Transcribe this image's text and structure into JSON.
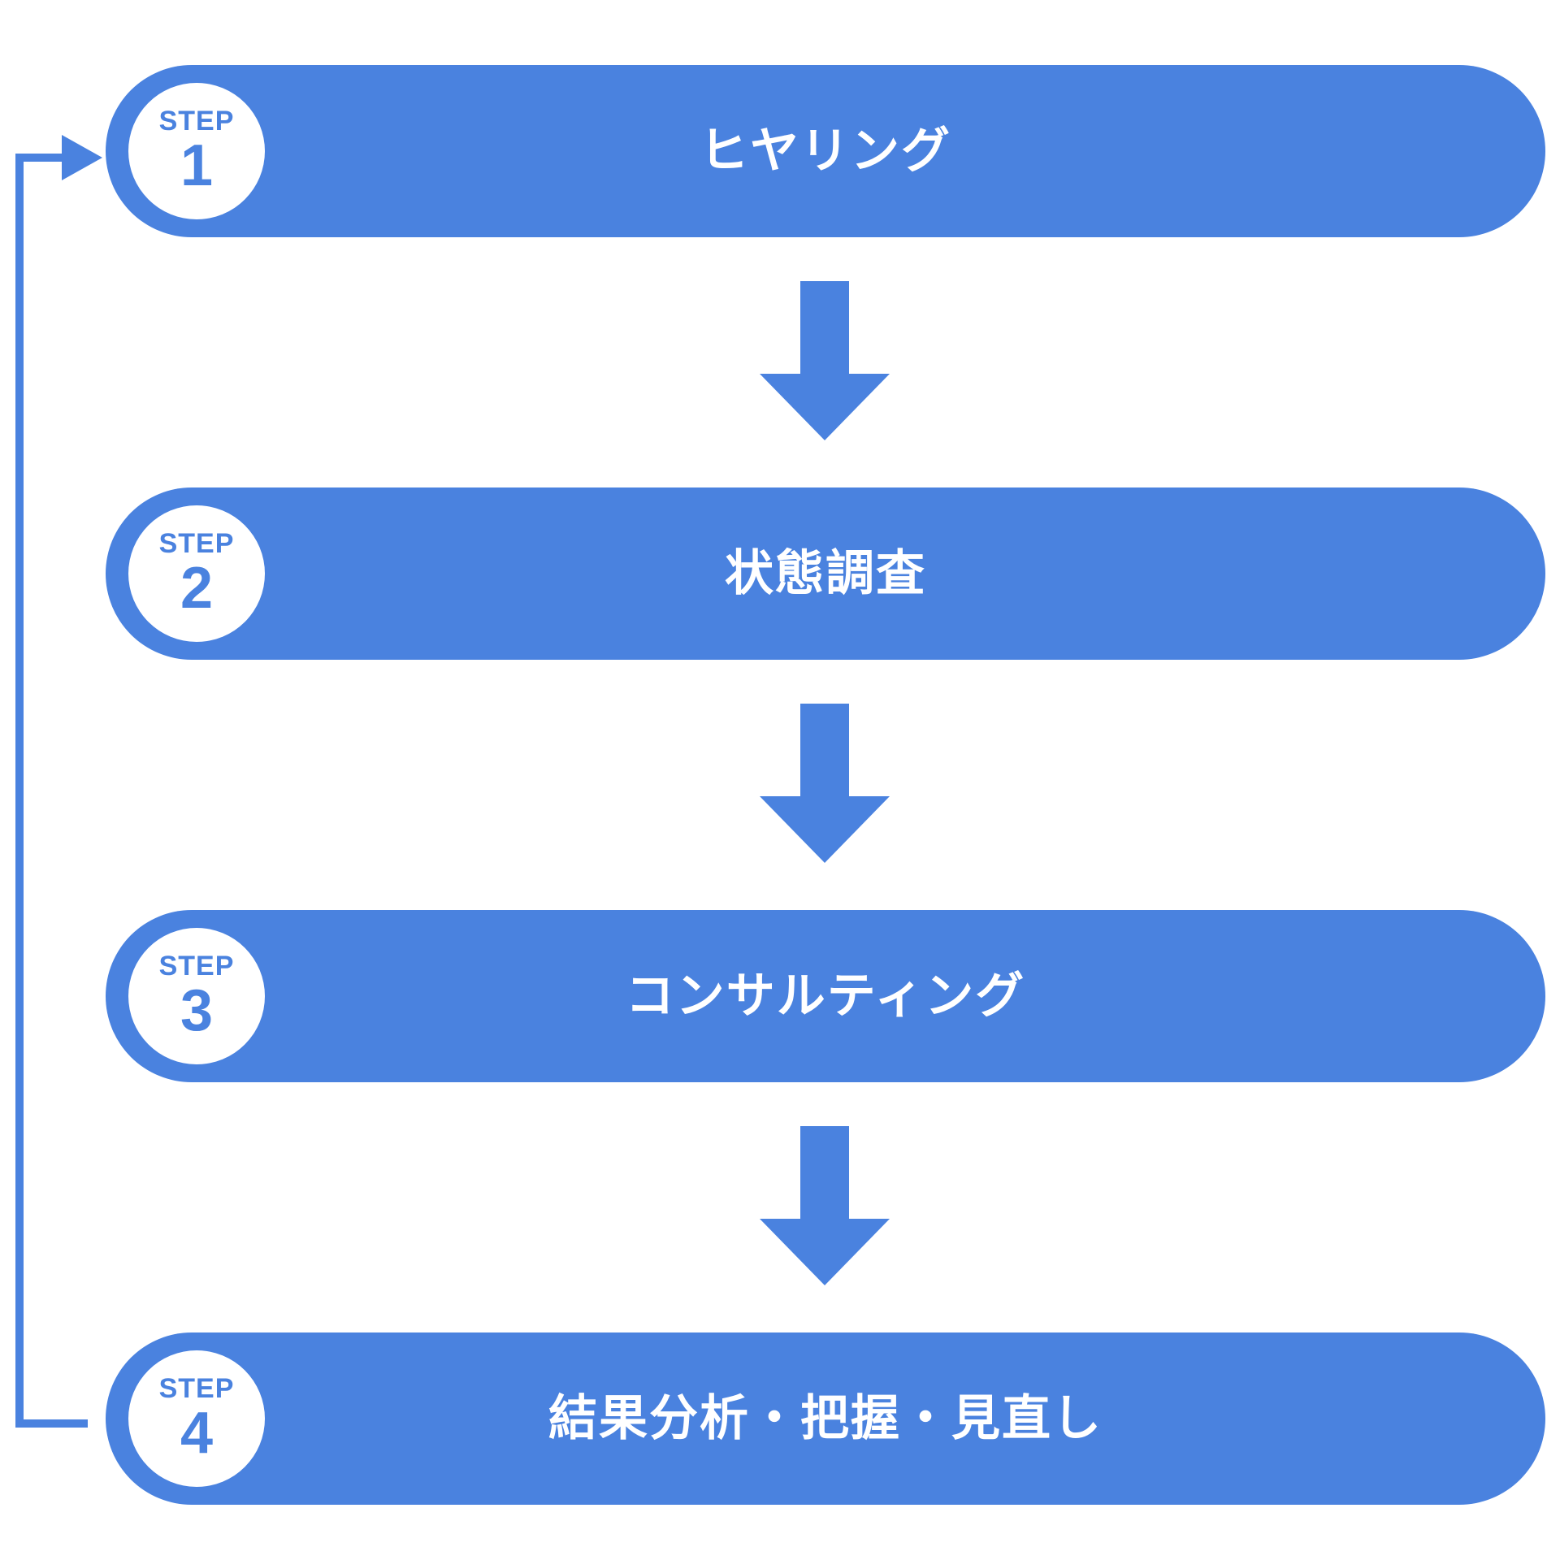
{
  "colors": {
    "accent": "#4a82df",
    "badge_bg": "#ffffff",
    "title_text": "#ffffff"
  },
  "steps": [
    {
      "label": "STEP",
      "number": "1",
      "title": "ヒヤリング"
    },
    {
      "label": "STEP",
      "number": "2",
      "title": "状態調査"
    },
    {
      "label": "STEP",
      "number": "3",
      "title": "コンサルティング"
    },
    {
      "label": "STEP",
      "number": "4",
      "title": "結果分析・把握・見直し"
    }
  ],
  "flow": {
    "direction": "down",
    "loop_back": {
      "from_step": "4",
      "to_step": "1"
    }
  }
}
